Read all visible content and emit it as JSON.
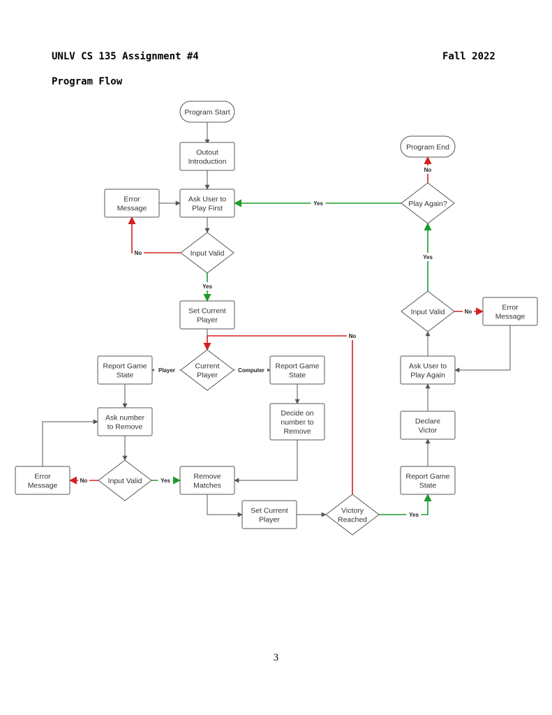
{
  "header": {
    "left": "UNLV CS 135 Assignment #4",
    "right": "Fall 2022",
    "subtitle": "Program Flow"
  },
  "page_number": "3",
  "colors": {
    "neutral": "#555555",
    "no": "#d42020",
    "yes": "#1f9a2c"
  },
  "nodes": [
    {
      "id": "start",
      "type": "terminal",
      "lines": [
        "Program Start"
      ]
    },
    {
      "id": "intro",
      "type": "process",
      "lines": [
        "Outout",
        "Introduction"
      ]
    },
    {
      "id": "ask_first",
      "type": "process",
      "lines": [
        "Ask User to",
        "Play First"
      ]
    },
    {
      "id": "err1",
      "type": "process",
      "lines": [
        "Error",
        "Message"
      ]
    },
    {
      "id": "valid1",
      "type": "decision",
      "lines": [
        "Input Valid"
      ]
    },
    {
      "id": "set_player1",
      "type": "process",
      "lines": [
        "Set Current",
        "Player"
      ]
    },
    {
      "id": "current",
      "type": "decision",
      "lines": [
        "Current",
        "Player"
      ]
    },
    {
      "id": "report_left",
      "type": "process",
      "lines": [
        "Report Game",
        "State"
      ]
    },
    {
      "id": "report_mid",
      "type": "process",
      "lines": [
        "Report Game",
        "State"
      ]
    },
    {
      "id": "ask_num",
      "type": "process",
      "lines": [
        "Ask number",
        "to Remove"
      ]
    },
    {
      "id": "decide",
      "type": "process",
      "lines": [
        "Decide on",
        "number to",
        "Remove"
      ]
    },
    {
      "id": "valid2",
      "type": "decision",
      "lines": [
        "Input Valid"
      ]
    },
    {
      "id": "err2",
      "type": "process",
      "lines": [
        "Error",
        "Message"
      ]
    },
    {
      "id": "remove",
      "type": "process",
      "lines": [
        "Remove",
        "Matches"
      ]
    },
    {
      "id": "set_player2",
      "type": "process",
      "lines": [
        "Set Current",
        "Player"
      ]
    },
    {
      "id": "victory",
      "type": "decision",
      "lines": [
        "Victory",
        "Reached"
      ]
    },
    {
      "id": "report_right",
      "type": "process",
      "lines": [
        "Report Game",
        "State"
      ]
    },
    {
      "id": "declare",
      "type": "process",
      "lines": [
        "Declare",
        "Victor"
      ]
    },
    {
      "id": "ask_again",
      "type": "process",
      "lines": [
        "Ask User to",
        "Play Again"
      ]
    },
    {
      "id": "valid3",
      "type": "decision",
      "lines": [
        "Input Valid"
      ]
    },
    {
      "id": "err3",
      "type": "process",
      "lines": [
        "Error",
        "Message"
      ]
    },
    {
      "id": "play_again",
      "type": "decision",
      "lines": [
        "Play Again?"
      ]
    },
    {
      "id": "end",
      "type": "terminal",
      "lines": [
        "Program End"
      ]
    }
  ],
  "edges": [
    {
      "from": "start",
      "to": "intro",
      "label": "",
      "color": "neutral"
    },
    {
      "from": "intro",
      "to": "ask_first",
      "label": "",
      "color": "neutral"
    },
    {
      "from": "err1",
      "to": "ask_first",
      "label": "",
      "color": "neutral"
    },
    {
      "from": "ask_first",
      "to": "valid1",
      "label": "",
      "color": "neutral"
    },
    {
      "from": "valid1",
      "to": "err1",
      "label": "No",
      "color": "no"
    },
    {
      "from": "valid1",
      "to": "set_player1",
      "label": "Yes",
      "color": "yes"
    },
    {
      "from": "set_player1",
      "to": "current",
      "label": "",
      "color": "neutral"
    },
    {
      "from": "current",
      "to": "report_left",
      "label": "Player",
      "color": "neutral"
    },
    {
      "from": "current",
      "to": "report_mid",
      "label": "Computer",
      "color": "neutral"
    },
    {
      "from": "report_left",
      "to": "ask_num",
      "label": "",
      "color": "neutral"
    },
    {
      "from": "report_mid",
      "to": "decide",
      "label": "",
      "color": "neutral"
    },
    {
      "from": "ask_num",
      "to": "valid2",
      "label": "",
      "color": "neutral"
    },
    {
      "from": "valid2",
      "to": "err2",
      "label": "No",
      "color": "no"
    },
    {
      "from": "err2",
      "to": "ask_num",
      "label": "",
      "color": "neutral"
    },
    {
      "from": "valid2",
      "to": "remove",
      "label": "Yes",
      "color": "yes"
    },
    {
      "from": "decide",
      "to": "remove",
      "label": "",
      "color": "neutral"
    },
    {
      "from": "remove",
      "to": "set_player2",
      "label": "",
      "color": "neutral"
    },
    {
      "from": "set_player2",
      "to": "victory",
      "label": "",
      "color": "neutral"
    },
    {
      "from": "victory",
      "to": "current",
      "label": "No",
      "color": "no"
    },
    {
      "from": "victory",
      "to": "report_right",
      "label": "Yes",
      "color": "yes"
    },
    {
      "from": "report_right",
      "to": "declare",
      "label": "",
      "color": "neutral"
    },
    {
      "from": "declare",
      "to": "ask_again",
      "label": "",
      "color": "neutral"
    },
    {
      "from": "ask_again",
      "to": "valid3",
      "label": "",
      "color": "neutral"
    },
    {
      "from": "valid3",
      "to": "err3",
      "label": "No",
      "color": "no"
    },
    {
      "from": "err3",
      "to": "ask_again",
      "label": "",
      "color": "neutral"
    },
    {
      "from": "valid3",
      "to": "play_again",
      "label": "Yes",
      "color": "yes"
    },
    {
      "from": "play_again",
      "to": "ask_first",
      "label": "Yes",
      "color": "yes"
    },
    {
      "from": "play_again",
      "to": "end",
      "label": "No",
      "color": "no"
    }
  ]
}
